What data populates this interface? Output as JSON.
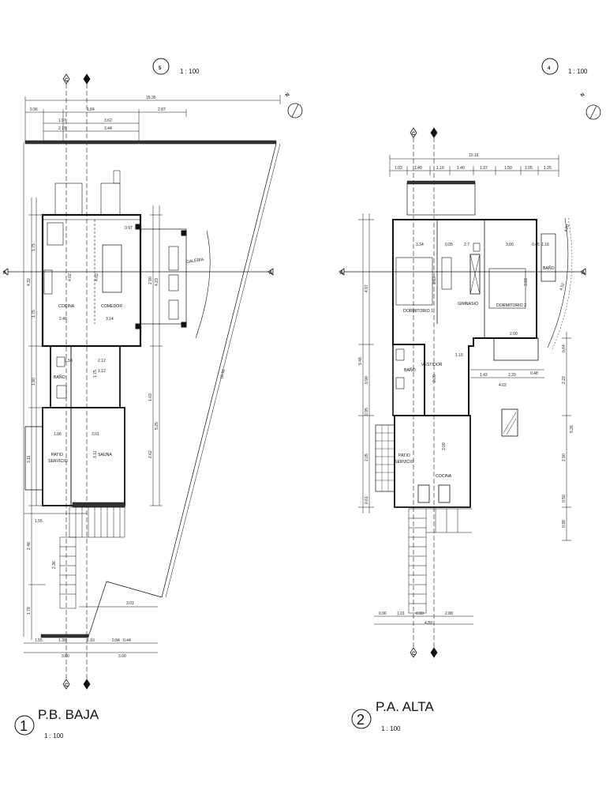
{
  "sheet": {
    "top_scale_left": "1 : 100",
    "top_scale_right": "1 : 100",
    "top_ref_left": "5",
    "top_ref_right": "4",
    "north_label": "N"
  },
  "plans": {
    "ground": {
      "number": "1",
      "title": "P.B. BAJA",
      "scale": "1 : 100",
      "section_markers": [
        "C",
        "B",
        "A"
      ],
      "rooms": {
        "cocina": "COCINA",
        "comedor": "COMEDOR",
        "galeria": "GALERIA",
        "bano": "BAÑO",
        "patio": "PATIO",
        "servicio": "SERVICIO",
        "sauna": "SAUNA"
      },
      "dims": {
        "top_total": "15.35",
        "top_a": "0.96",
        "top_b": "1.84",
        "top_c": "2.87",
        "top_d": "1.97",
        "top_e": "3.62",
        "top_f": "2.15",
        "top_g": "3.44",
        "cocina_w": "2.40",
        "comedor_w": "3.14",
        "mid_a": "0.97",
        "bano_w": "1.50",
        "bano_w2": "2.12",
        "bano_a": "1.12",
        "patio_w": "1.06",
        "sauna_w": "3.01",
        "left_a": "4.32",
        "left_b": "1.75",
        "left_c": "1.75",
        "left_d": "1.90",
        "left_e": "3.11",
        "left_f": "2.48",
        "left_g": "2.36",
        "left_h": "1.79",
        "int_a": "4.02",
        "int_b": "4.02",
        "int_c": "1.75",
        "int_d": "3.11",
        "right_a": "2.90",
        "right_b": "4.23",
        "right_c": "1.03",
        "right_d": "5.25",
        "right_e": "2.62",
        "diag": "18.30",
        "galeria_w": "3.01",
        "bot_a": "1.55",
        "bot_b": "1.55",
        "bot_c": "1.30",
        "bot_d": "1.10",
        "bot_e": "0.84",
        "bot_f": "0.44",
        "bot_g": "3.00",
        "bot_h": "3.00"
      }
    },
    "upper": {
      "number": "2",
      "title": "P.A. ALTA",
      "scale": "1 : 100",
      "section_markers": [
        "C",
        "B",
        "A"
      ],
      "rooms": {
        "dorm1": "DORMITORIO 1",
        "gimnasio": "GIMNASIO",
        "dorm2": "DORMITORIO 2",
        "bano": "BAÑO",
        "bano2": "BAÑO",
        "vestidor": "VESTIDOR",
        "patio": "PATIO",
        "servicio": "SERVICIO",
        "cocina": "COCINA"
      },
      "dims": {
        "top_total": "10.16",
        "t1": "1.03",
        "t2": "1.40",
        "t3": "1.16",
        "t4": "1.40",
        "t5": "1.37",
        "t6": "1.50",
        "t7": "1.05",
        "t8": "1.25",
        "dorm1_w": "3.34",
        "gim_a": "0.05",
        "gim_b": "2.7",
        "dorm2_w": "3.00",
        "r_a": "0.45",
        "r_b": "1.16",
        "h_a": "3.93",
        "h_b": "3.93",
        "h_c": "2.00",
        "h_d": "1.15",
        "h_e": "1.42",
        "h_f": "2.20",
        "h_g": "0.48",
        "h_h": "4.02",
        "v_a": "2.05",
        "v_b": "3.09",
        "left_a": "4.97",
        "left_b": "9.48",
        "left_c": "0.90",
        "left_d": "0.95",
        "left_e": "2.05",
        "left_f": "0.61",
        "right_a": "0.64",
        "right_b": "2.22",
        "right_c": "5.26",
        "right_d": "2.90",
        "right_e": "0.50",
        "right_f": "0.99",
        "bot_a": "0.96",
        "bot_b": "1.01",
        "bot_c": "0.90",
        "bot_d": "2.88",
        "bot_e": "4.89",
        "diag_a": "4.52",
        "diag_b": "4.20"
      }
    }
  }
}
